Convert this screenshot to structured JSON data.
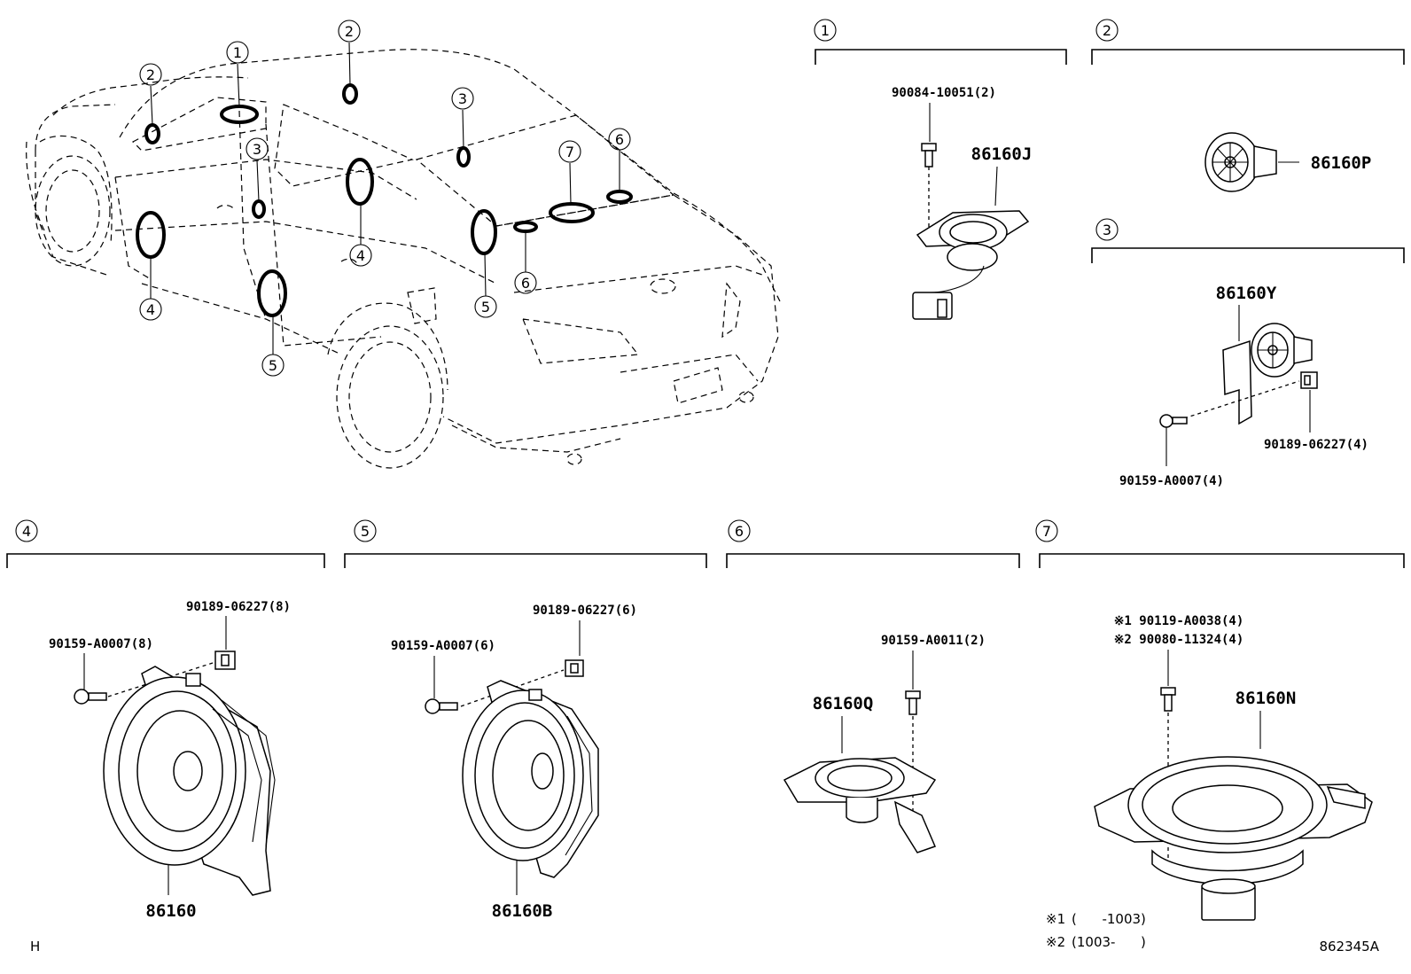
{
  "figure": {
    "code": "862345A",
    "corner_mark": "H",
    "notes": [
      {
        "mark": "※1",
        "text": "(      -1003)"
      },
      {
        "mark": "※2",
        "text": "(1003-      )"
      }
    ]
  },
  "circle_numbers": [
    "①",
    "②",
    "③",
    "④",
    "⑤",
    "⑥",
    "⑦"
  ],
  "section_numbers": [
    "1",
    "2",
    "3",
    "4",
    "5",
    "6",
    "7"
  ],
  "sections": {
    "s1": {
      "bolt": "90084-10051(2)",
      "part": "86160J"
    },
    "s2": {
      "part": "86160P"
    },
    "s3": {
      "part": "86160Y",
      "clip": "90189-06227(4)",
      "screw": "90159-A0007(4)"
    },
    "s4": {
      "clip": "90189-06227(8)",
      "screw": "90159-A0007(8)",
      "part": "86160"
    },
    "s5": {
      "clip": "90189-06227(6)",
      "screw": "90159-A0007(6)",
      "part": "86160B"
    },
    "s6": {
      "screw": "90159-A0011(2)",
      "part": "86160Q"
    },
    "s7": {
      "note1": "※1 90119-A0038(4)",
      "note2": "※2 90080-11324(4)",
      "part": "86160N"
    }
  },
  "car_callouts": [
    "1",
    "2",
    "2",
    "3",
    "3",
    "4",
    "4",
    "5",
    "5",
    "6",
    "6",
    "7"
  ]
}
